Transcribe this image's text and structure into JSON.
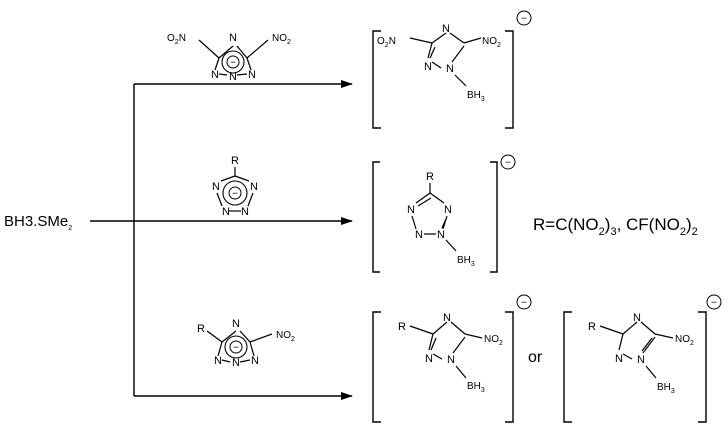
{
  "reagent": {
    "main": "BH3.SMe",
    "sub": "2"
  },
  "atoms": {
    "N": "N",
    "R": "R",
    "charge": "−"
  },
  "groups": {
    "o2n_main": "O",
    "o2n_sub": "2",
    "o2n_tail": "N",
    "no2_head": "NO",
    "no2_sub": "2",
    "bh3_main": "BH",
    "bh3_sub": "3"
  },
  "connector": "or",
  "definition": {
    "p1": "R=C(NO",
    "s1": "2",
    "p2": ")",
    "s2": "3",
    "p3": ", CF(NO",
    "s3": "2",
    "p4": ")",
    "s4": "2"
  }
}
